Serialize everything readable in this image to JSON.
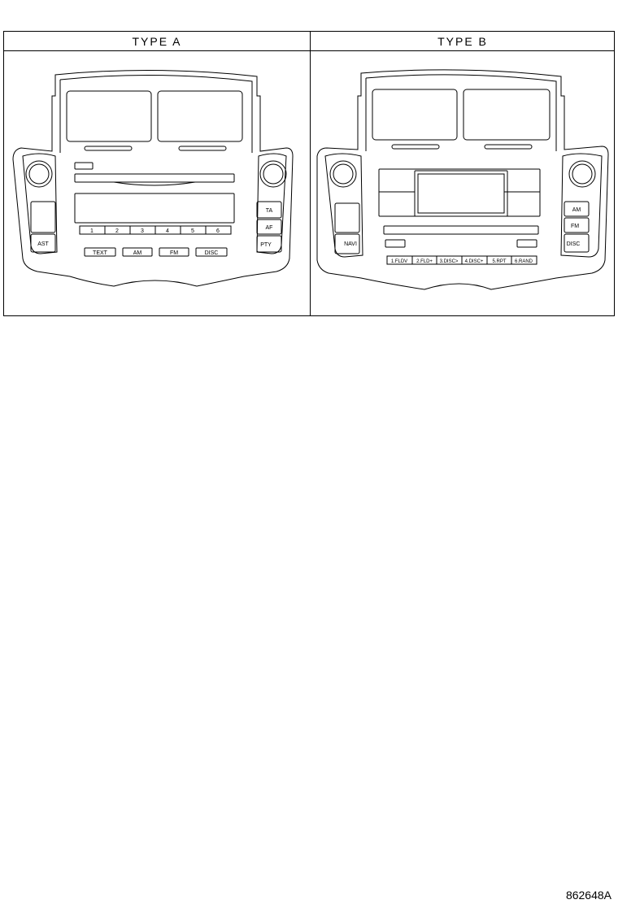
{
  "type_a": {
    "title": "TYPE A",
    "presets": [
      "1",
      "2",
      "3",
      "4",
      "5",
      "6"
    ],
    "left_button": "AST",
    "right_buttons": [
      "TA",
      "AF",
      "PTY"
    ],
    "bottom_buttons": [
      "TEXT",
      "AM",
      "FM",
      "DISC"
    ]
  },
  "type_b": {
    "title": "TYPE B",
    "left_button": "NAVI",
    "right_buttons": [
      "AM",
      "FM",
      "DISC"
    ],
    "presets": [
      "1.FLDV",
      "2.FLD+",
      "3.DISC>",
      "4.DISC+",
      "5.RPT",
      "6.RAND"
    ]
  },
  "diagram_code": "862648A"
}
